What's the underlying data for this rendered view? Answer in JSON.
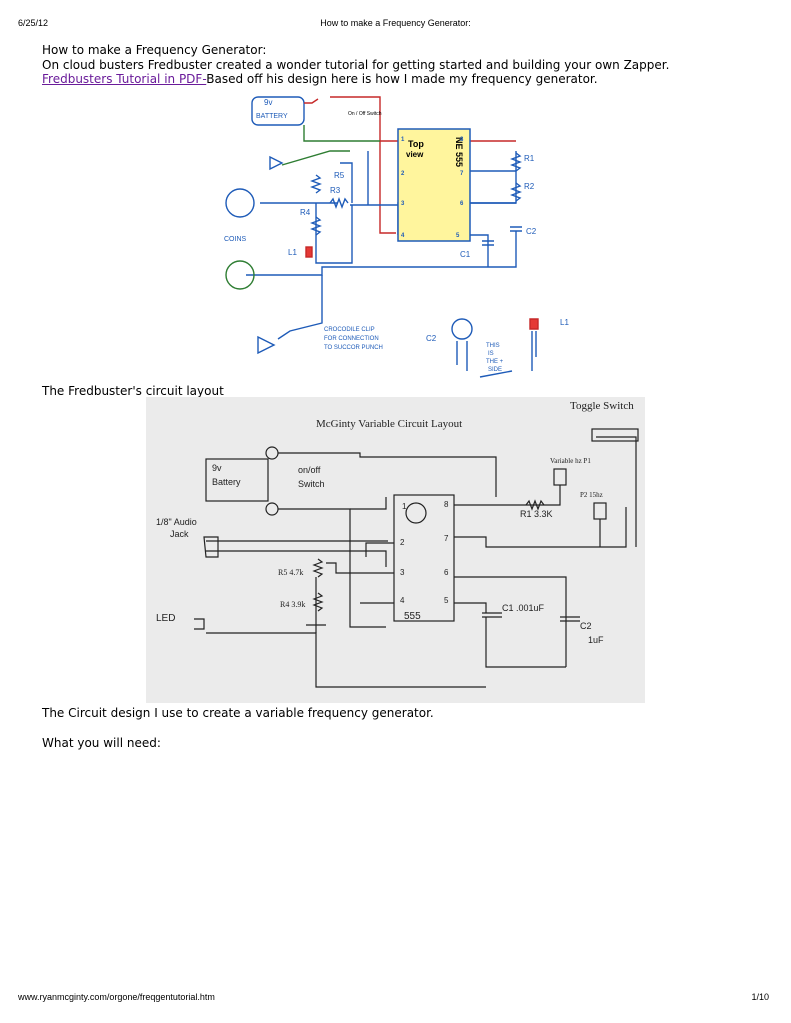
{
  "header": {
    "date": "6/25/12",
    "title": "How to make a Frequency Generator:"
  },
  "intro": {
    "line1": "How to make a Frequency Generator:",
    "line2": "On cloud busters Fredbuster created a wonder tutorial for getting started and building your own Zapper.",
    "link_text": "Fredbusters Tutorial in PDF-",
    "line3_rest": "Based off his design here is how I made my frequency generator."
  },
  "figure1": {
    "battery_volts": "9v",
    "battery_label": "BATTERY",
    "switch_label": "On / Off Switch",
    "chip_top": "Top",
    "chip_view": "view",
    "chip_name": "NE 555",
    "pin1": "1",
    "pin2": "2",
    "pin3": "3",
    "pin4": "4",
    "pin5": "5",
    "pin6": "6",
    "pin7": "7",
    "pin8": "8",
    "r1": "R1",
    "r2": "R2",
    "r3": "R3",
    "r4": "R4",
    "r5": "R5",
    "c1": "C1",
    "c2": "C2",
    "l1": "L1",
    "coins": "COINS",
    "clip_line1": "CROCODILE CLIP",
    "clip_line2": "FOR CONNECTION",
    "clip_line3": "TO SUCCOR PUNCH",
    "c2_legend": "C2",
    "l1_legend": "L1",
    "side_note1": "THIS",
    "side_note2": "IS",
    "side_note3": "THE +",
    "side_note4": "SIDE"
  },
  "caption1": "The Fredbuster's circuit layout",
  "figure2": {
    "title": "McGinty Variable Circuit Layout",
    "toggle": "Toggle Switch",
    "battery1": "9v",
    "battery2": "Battery",
    "switch1": "on/off",
    "switch2": "Switch",
    "variable": "Variable hz P1",
    "p2": "P2 15hz",
    "r1": "R1 3.3K",
    "audio1": "1/8\" Audio",
    "audio2": "Jack",
    "r5": "R5 4.7k",
    "r4": "R4 3.9k",
    "led": "LED",
    "chip": "555",
    "c1": "C1 .001uF",
    "c2a": "C2",
    "c2b": "1uF",
    "p1": "1",
    "p2n": "2",
    "p3": "3",
    "p4": "4",
    "p5": "5",
    "p6": "6",
    "p7": "7",
    "p8": "8"
  },
  "caption2": "The Circuit design I use to create a variable frequency generator.",
  "caption3": "What you will need:",
  "footer": {
    "url": "www.ryanmcginty.com/orgone/freqgentutorial.htm",
    "page": "1/10"
  }
}
